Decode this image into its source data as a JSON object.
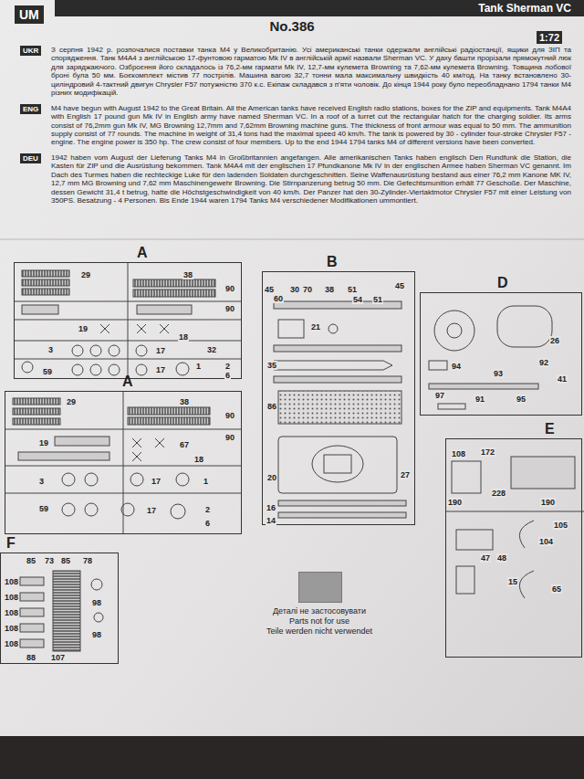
{
  "diagram": {
    "title": "Tank Sherman VC",
    "nodes": [
      {
        "text": [
          "A"
        ]
      },
      {
        "text": [
          "A"
        ]
      },
      {
        "text": [
          "B"
        ]
      },
      {
        "text": [
          "D"
        ]
      },
      {
        "text": [
          "E"
        ]
      },
      {
        "text": [
          "F"
        ]
      }
    ],
    "labels": [
      "UM",
      "No.386",
      "1:72",
      "UKR",
      "З серпня 1942 р. розпочалися поставки танка М4 у Великобританію. Усі американські танки одержали англійські радіостанції, ящики для ЗІП та спорядження. Танк М4А4 з англійською 17-фунтовою гарматою Mk IV в англійській армії назвали Sherman VC. У даху башти прорізали прямокутний люк для заряджаючого. Озброєння його складалось із 76,2-мм гармати Mk IV, 12,7-мм кулемета Browning та 7,62-мм кулемета Browning. Товщина лобової броні була 50 мм. Боєкомплект містив 77 пострілів. Машина вагою 32,7 тонни мала максимальну швидкість 40 км/год. На танку встановлено 30-циліндровий 4-тактний двигун Chrysler F57 потужністю 370 к.с. Екіпаж складався з п'яти чоловік. До кінця 1944 року було переобладнано 1794 танки М4 різних модифікацій.",
      "ENG",
      "M4 have begun with August 1942 to the Great Britain. All the American tanks have received English radio stations, boxes for the ZIP and equipments. Tank M4A4 with English 17 pound gun Mk IV in English army have named Sherman VC. In a roof of a turret cut the rectangular hatch for the charging soldier. Its arms consist of 76,2mm gun Mk IV, MG Browning 12,7mm and 7,62mm Browning machine guns. The thickness of front armour was equal to 50 mm. The ammunition supply consist of 77 rounds. The machine in weight of 31,4 tons had the maximal speed 40 km/h. The tank is powered by 30 - cylinder four-stroke Chrysler F57 - engine. The engine power is 350 hp. The crew consist of four members. Up to the end 1944 1794 tanks M4 of different versions have been converted.",
      "DEU",
      "1942 haben vom August der Lieferung Tanks M4 in Großbritannien angefangen. Alle amerikanischen Tanks haben englisch Den Rundfunk die Station, die Kasten für ZIP und die Ausrüstung bekommen. Tank M4A4 mit der englischen 17 Pfundkanone Mk IV in der englischen Armee haben Sherman VC genannt. Im Dach des Turmes haben die rechteckige Luke für den ladenden Soldaten durchgeschnitten. Seine Waffenausrüstung bestand aus einer 76,2 mm Kanone MK IV, 12,7 mm MG Browning und 7,62 mm Maschinengewehr Browning. Die Stirnpanzerung betrug 50 mm. Die Gefechtsmunition erhält 77 Geschoße. Der Maschine, dessen Gewicht 31,4 t betrug, hatte die Höchstgeschwindigkeit von 40 km/h. Der Panzer hat den 30-Zylinder-Viertaktmotor Chrysler F57 mit einer Leistung von 350PS. Besatzung - 4 Personen. Bis Ende 1944 waren 1794 Tanks M4 verschiedener Modifikationen ummontiert.",
      "29",
      "38",
      "90",
      "90",
      "19",
      "18",
      "32",
      "3",
      "17",
      "17",
      "1",
      "59",
      "2",
      "6",
      "29",
      "38",
      "90",
      "90",
      "19",
      "67",
      "18",
      "3",
      "17",
      "1",
      "59",
      "17",
      "2",
      "6",
      "45",
      "60",
      "30",
      "70",
      "38",
      "51",
      "54",
      "51",
      "45",
      "21",
      "35",
      "86",
      "20",
      "27",
      "16",
      "14",
      "26",
      "94",
      "93",
      "92",
      "41",
      "97",
      "91",
      "95",
      "108",
      "172",
      "190",
      "228",
      "190",
      "104",
      "105",
      "47",
      "48",
      "15",
      "65",
      "85",
      "73",
      "85",
      "78",
      "108",
      "108",
      "108",
      "108",
      "108",
      "98",
      "98",
      "88",
      "107"
    ],
    "legend": [
      {
        "text": "Деталі не застосовувати",
        "color": "#9a9a9a"
      },
      {
        "text": "Parts not for use"
      },
      {
        "text": "Teile werden nicht verwendet"
      }
    ]
  }
}
